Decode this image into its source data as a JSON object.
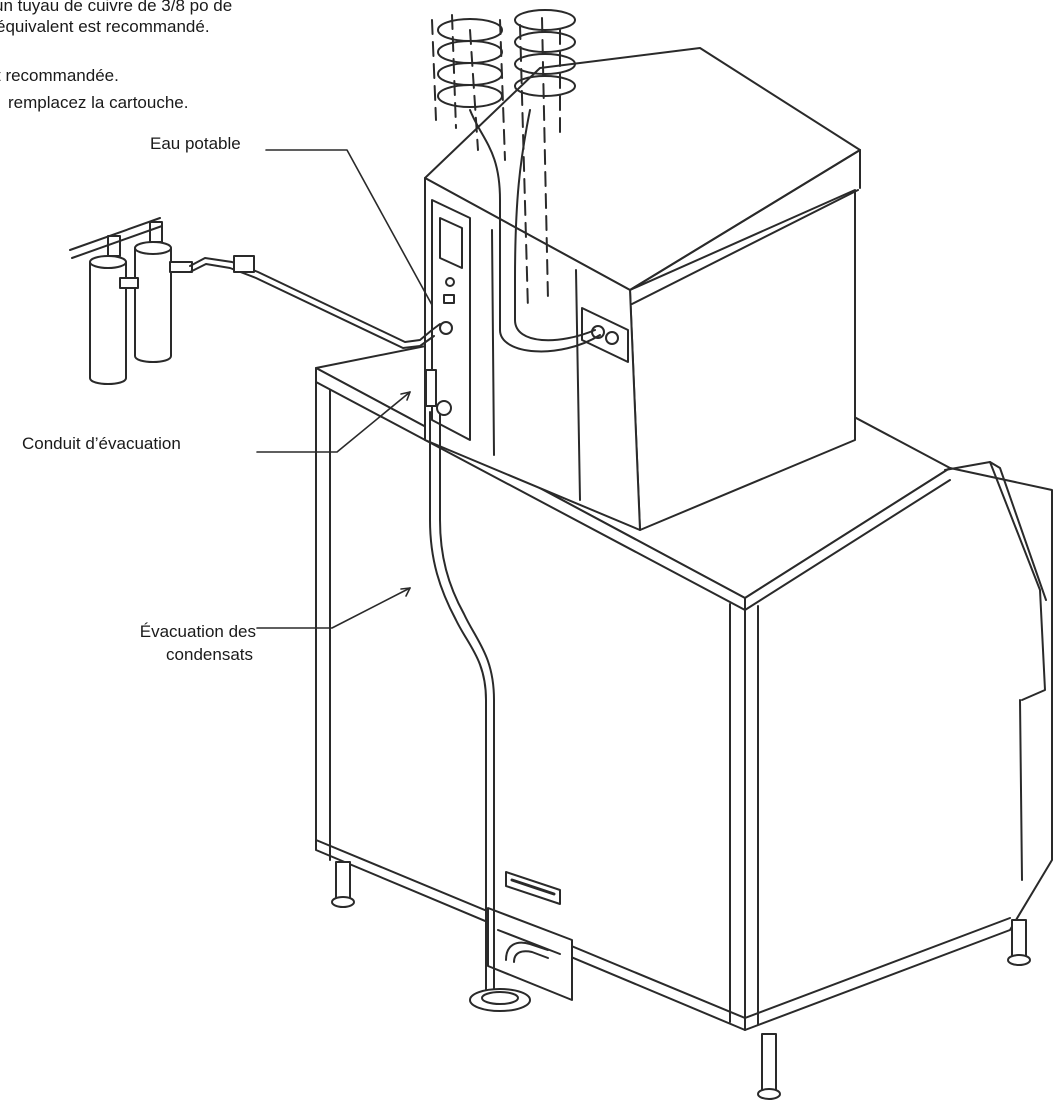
{
  "notes": {
    "line1": "un tuyau de cuivre de 3/8 po de",
    "line2": "équivalent est recommandé.",
    "line3": "t recommandée.",
    "line4": "remplacez la cartouche."
  },
  "labels": {
    "potable_water": "Eau potable",
    "drain_line": "Conduit d’évacuation",
    "condensate_drain_1": "Évacuation des",
    "condensate_drain_2": "condensats"
  },
  "colors": {
    "line": "#2a2a2a",
    "paper": "#ffffff"
  }
}
